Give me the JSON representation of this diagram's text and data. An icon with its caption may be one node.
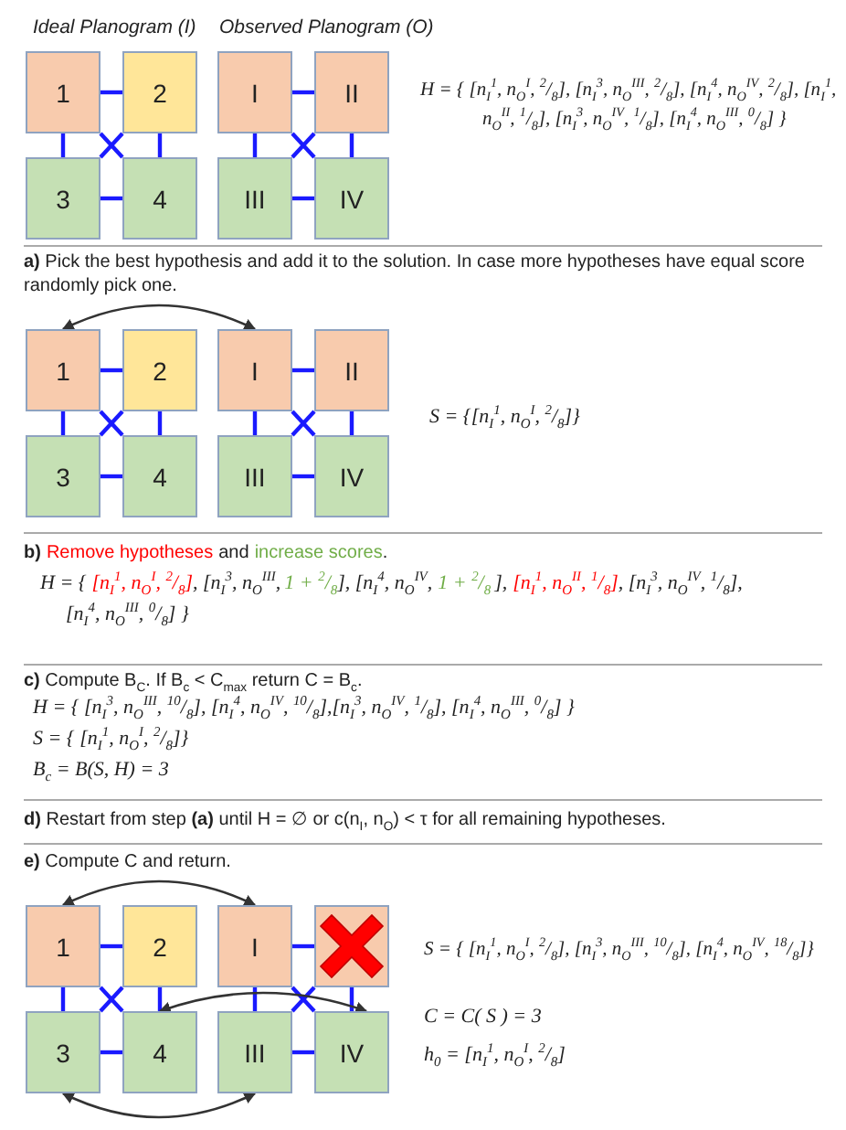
{
  "diagram": {
    "nodes": [
      {
        "text": [
          "1"
        ]
      },
      {
        "text": [
          "2"
        ]
      },
      {
        "text": [
          "I"
        ]
      },
      {
        "text": [
          "II"
        ]
      },
      {
        "text": [
          "3"
        ]
      },
      {
        "text": [
          "4"
        ]
      },
      {
        "text": [
          "III"
        ]
      },
      {
        "text": [
          "IV"
        ]
      },
      {
        "text": [
          "1"
        ]
      },
      {
        "text": [
          "2"
        ]
      },
      {
        "text": [
          "I"
        ]
      },
      {
        "text": [
          "II"
        ]
      },
      {
        "text": [
          "3"
        ]
      },
      {
        "text": [
          "4"
        ]
      },
      {
        "text": [
          "III"
        ]
      },
      {
        "text": [
          "IV"
        ]
      },
      {
        "text": [
          "1"
        ]
      },
      {
        "text": [
          "2"
        ]
      },
      {
        "text": [
          "I"
        ]
      },
      {
        "text": [],
        "shape": "box"
      },
      {
        "text": [
          "3"
        ]
      },
      {
        "text": [
          "4"
        ]
      },
      {
        "text": [
          "III"
        ]
      },
      {
        "text": [
          "IV"
        ]
      }
    ],
    "edges": [
      {
        "from": 0,
        "to": 1,
        "arrow": "none"
      },
      {
        "from": 0,
        "to": 4,
        "arrow": "none"
      },
      {
        "from": 0,
        "to": 5,
        "arrow": "none"
      },
      {
        "from": 1,
        "to": 4,
        "arrow": "none"
      },
      {
        "from": 1,
        "to": 5,
        "arrow": "none"
      },
      {
        "from": 4,
        "to": 5,
        "arrow": "none"
      },
      {
        "from": 2,
        "to": 3,
        "arrow": "none"
      },
      {
        "from": 2,
        "to": 6,
        "arrow": "none"
      },
      {
        "from": 2,
        "to": 7,
        "arrow": "none"
      },
      {
        "from": 3,
        "to": 6,
        "arrow": "none"
      },
      {
        "from": 3,
        "to": 7,
        "arrow": "none"
      },
      {
        "from": 6,
        "to": 7,
        "arrow": "none"
      },
      {
        "from": 8,
        "to": 9,
        "arrow": "none"
      },
      {
        "from": 8,
        "to": 12,
        "arrow": "none"
      },
      {
        "from": 8,
        "to": 13,
        "arrow": "none"
      },
      {
        "from": 9,
        "to": 12,
        "arrow": "none"
      },
      {
        "from": 9,
        "to": 13,
        "arrow": "none"
      },
      {
        "from": 12,
        "to": 13,
        "arrow": "none"
      },
      {
        "from": 10,
        "to": 11,
        "arrow": "none"
      },
      {
        "from": 10,
        "to": 14,
        "arrow": "none"
      },
      {
        "from": 10,
        "to": 15,
        "arrow": "none"
      },
      {
        "from": 11,
        "to": 14,
        "arrow": "none"
      },
      {
        "from": 11,
        "to": 15,
        "arrow": "none"
      },
      {
        "from": 14,
        "to": 15,
        "arrow": "none"
      },
      {
        "from": 8,
        "to": 10,
        "arrow": "both",
        "color": "#333333"
      },
      {
        "from": 16,
        "to": 17,
        "arrow": "none"
      },
      {
        "from": 16,
        "to": 20,
        "arrow": "none"
      },
      {
        "from": 16,
        "to": 21,
        "arrow": "none"
      },
      {
        "from": 17,
        "to": 20,
        "arrow": "none"
      },
      {
        "from": 17,
        "to": 21,
        "arrow": "none"
      },
      {
        "from": 20,
        "to": 21,
        "arrow": "none"
      },
      {
        "from": 18,
        "to": 19,
        "arrow": "none"
      },
      {
        "from": 18,
        "to": 22,
        "arrow": "none"
      },
      {
        "from": 18,
        "to": 23,
        "arrow": "none"
      },
      {
        "from": 19,
        "to": 22,
        "arrow": "none"
      },
      {
        "from": 19,
        "to": 23,
        "arrow": "none"
      },
      {
        "from": 22,
        "to": 23,
        "arrow": "none"
      },
      {
        "from": 16,
        "to": 18,
        "arrow": "both",
        "color": "#333333"
      },
      {
        "from": 21,
        "to": 23,
        "arrow": "both",
        "color": "#333333"
      },
      {
        "from": 20,
        "to": 22,
        "arrow": "both",
        "color": "#333333"
      }
    ],
    "labels": [
      "Ideal Planogram (I)",
      "Observed Planogram (O)",
      "H = { [n$_{I}$$^{1}$, n$_{O}$$^{I}$, $^{2}$/$_{8}$], [n$_{I}$$^{3}$, n$_{O}$$^{III}$, $^{2}$/$_{8}$], [n$_{I}$$^{4}$, n$_{O}$$^{IV}$, $^{2}$/$_{8}$], [n$_{I}$$^{1}$, n$_{O}$$^{II}$, $^{1}$/$_{8}$], [n$_{I}$$^{3}$, n$_{O}$$^{IV}$, $^{1}$/$_{8}$], [n$_{I}$$^{4}$, n$_{O}$$^{III}$, $^{0}$/$_{8}$] }",
      "**a)** Pick the best hypothesis and add it to the solution. In case more hypotheses have equal score randomly pick one.",
      "S = {[n$_{I}$$^{1}$, n$_{O}$$^{I}$, $^{2}$/$_{8}$]}",
      "**b)**",
      "Remove hypotheses",
      "and",
      "increase scores",
      ".",
      "H = {",
      "[n$_{I}$$^{1}$, n$_{O}$$^{I}$, $^{2}$/$_{8}$]",
      ", [n$_{I}$$^{3}$, n$_{O}$$^{III}$,",
      "1 + $^{2}$/$_{8}$",
      "], [n$_{I}$$^{4}$, n$_{O}$$^{IV}$,",
      "1 + $^{2}$/$_{8}$",
      "],",
      "[n$_{I}$$^{1}$, n$_{O}$$^{II}$, $^{1}$/$_{8}$]",
      ", [n$_{I}$$^{3}$, n$_{O}$$^{IV}$, $^{1}$/$_{8}$],",
      "[n$_{I}$$^{4}$, n$_{O}$$^{III}$, $^{0}$/$_{8}$] }",
      "**c)** Compute B$_{C}$. If B$_{c}$ < C$_{max}$ return C = B$_{c}$.",
      "H = { [n$_{I}$$^{3}$, n$_{O}$$^{III}$, $^{10}$/$_{8}$], [n$_{I}$$^{4}$, n$_{O}$$^{IV}$, $^{10}$/$_{8}$],[n$_{I}$$^{3}$, n$_{O}$$^{IV}$, $^{1}$/$_{8}$], [n$_{I}$$^{4}$, n$_{O}$$^{III}$, $^{0}$/$_{8}$] }",
      "S = { [n$_{I}$$^{1}$, n$_{O}$$^{I}$, $^{2}$/$_{8}$]}",
      "B$_{c}$ = B(S, H) = 3",
      "**d)** Restart from step **(a)** until H = ∅ or c(n$_{I}$, n$_{O}$) < τ for all remaining hypotheses.",
      "**e)** Compute C and return.",
      "S = { [n$_{I}$$^{1}$, n$_{O}$$^{I}$, $^{2}$/$_{8}$], [n$_{I}$$^{3}$, n$_{O}$$^{III}$, $^{10}$/$_{8}$], [n$_{I}$$^{4}$, n$_{O}$$^{IV}$, $^{18}$/$_{8}$]}",
      "C = C( S ) = 3",
      "h$_{0}$ = [n$_{I}$$^{1}$, n$_{O}$$^{I}$, $^{2}$/$_{8}$]"
    ]
  }
}
